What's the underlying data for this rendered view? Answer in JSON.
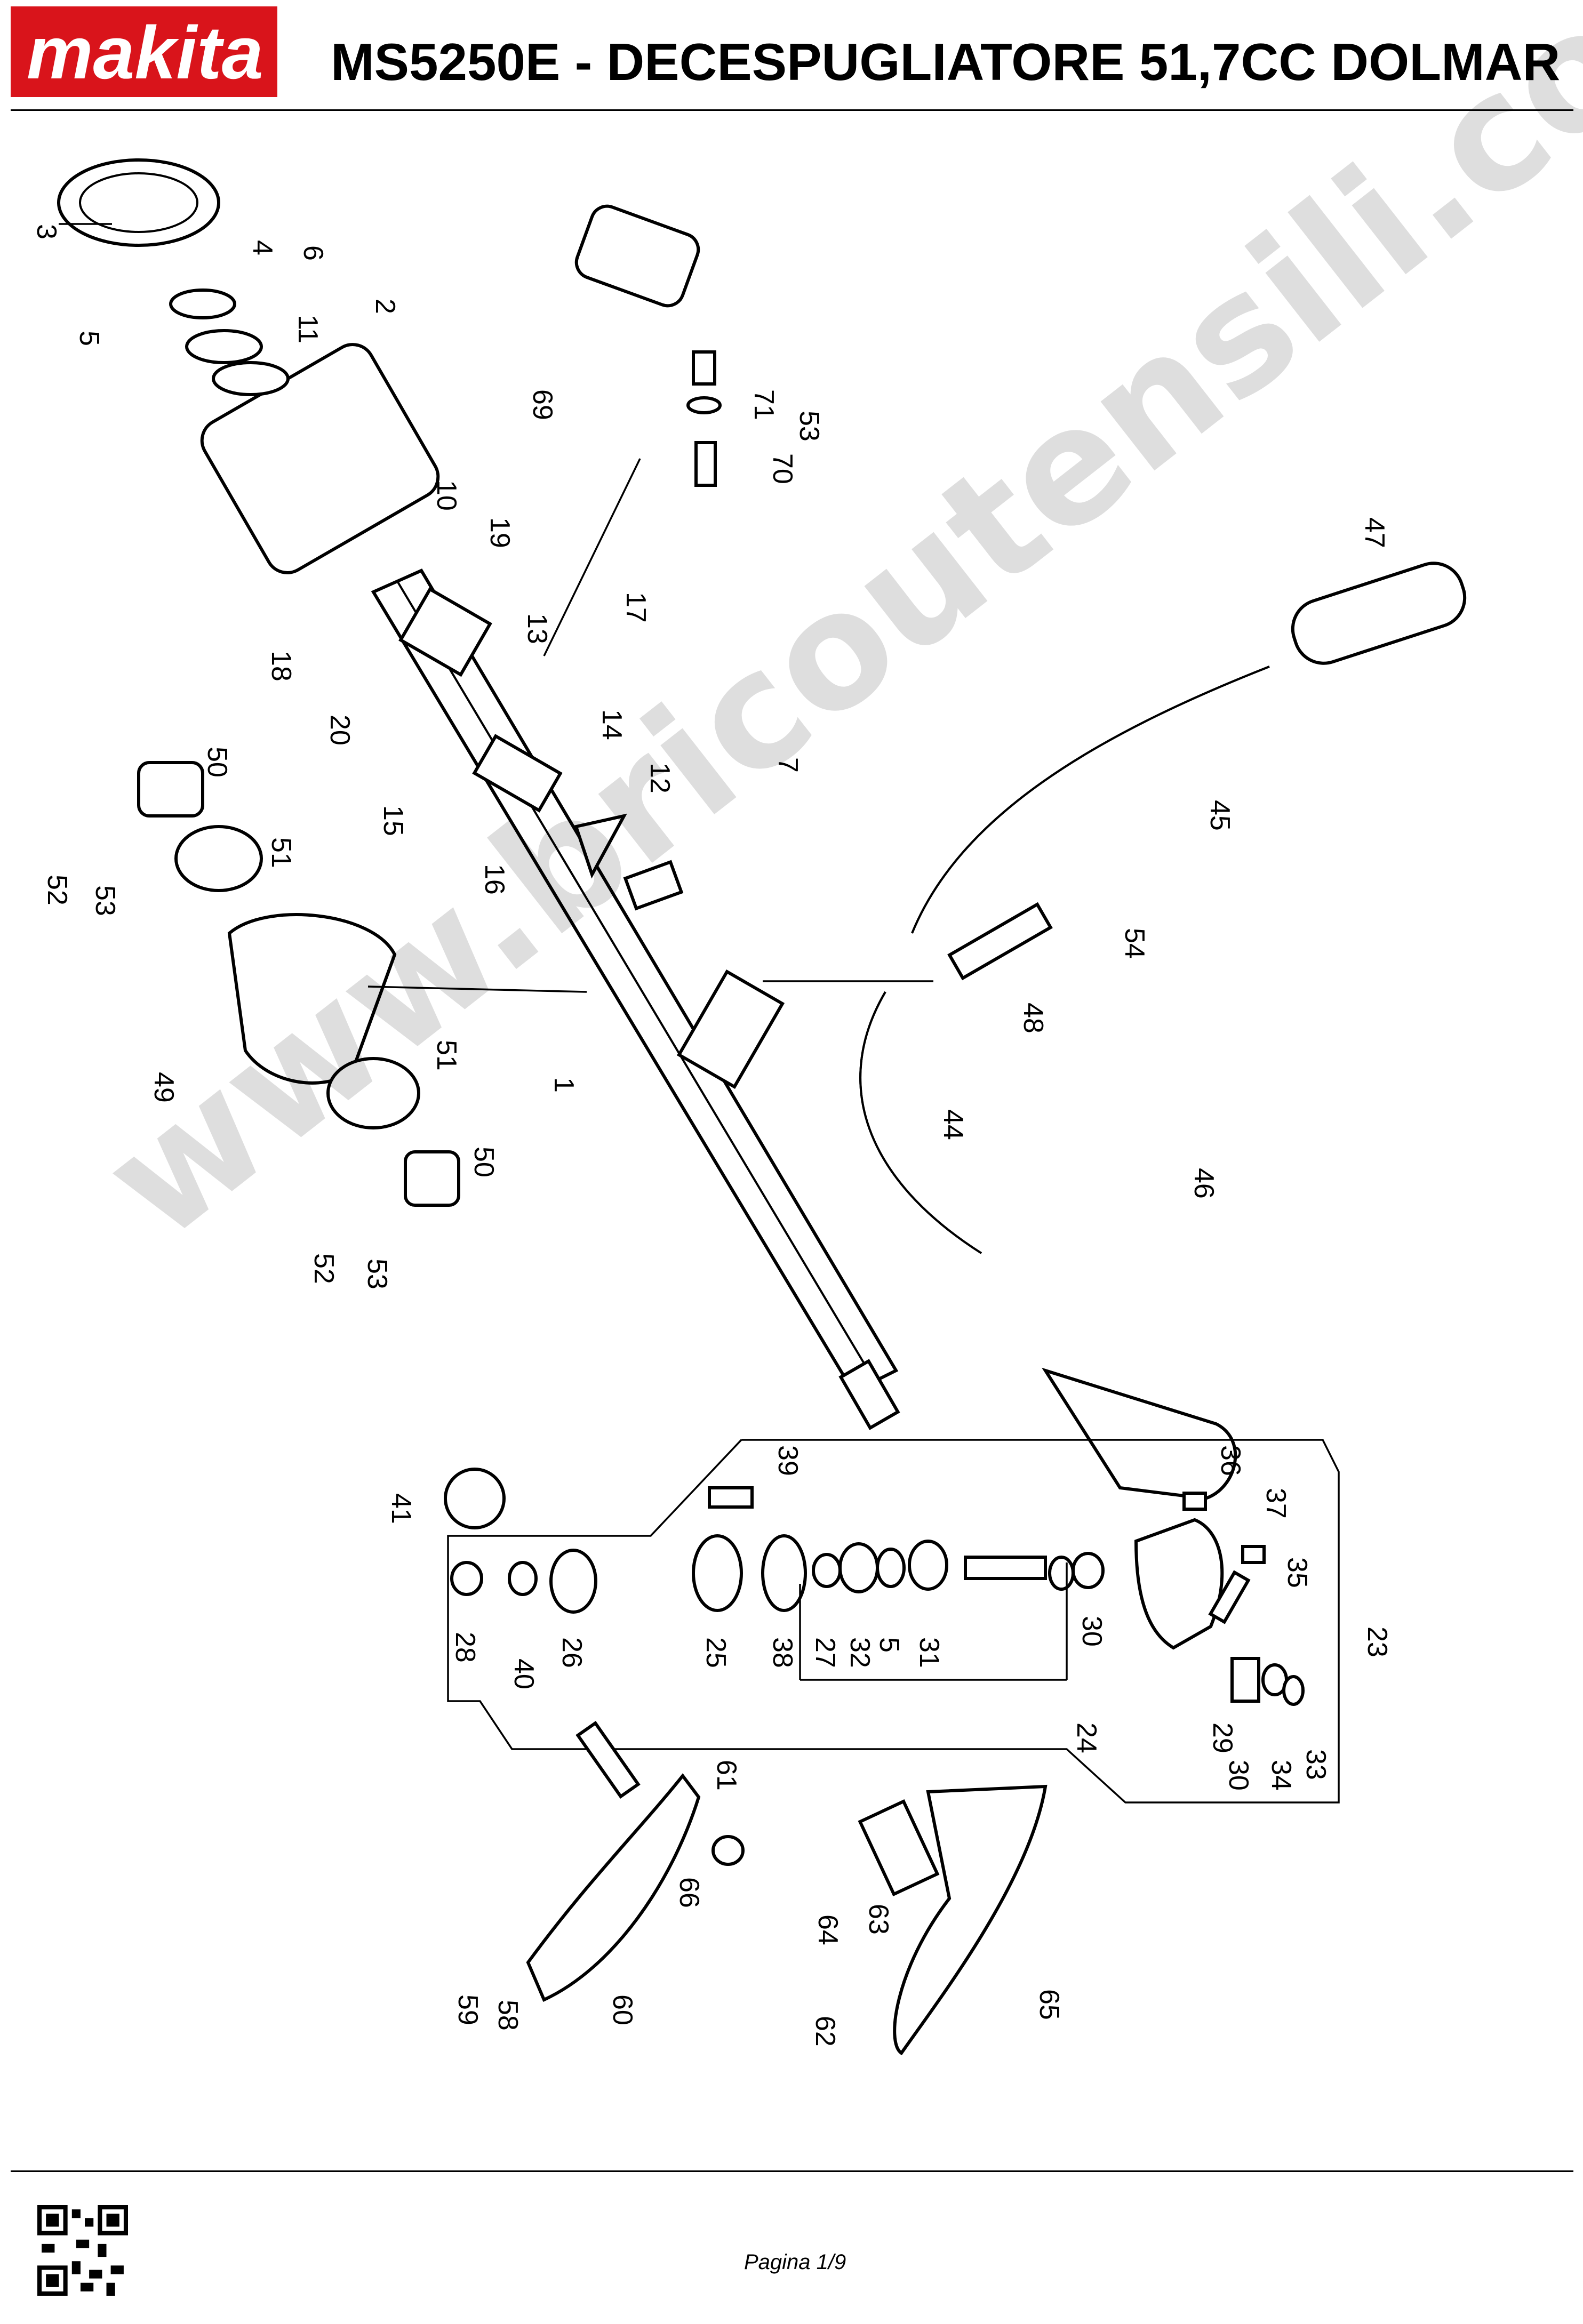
{
  "header": {
    "brand": "makita",
    "title": "MS5250E - DECESPUGLIATORE 51,7CC DOLMAR"
  },
  "colors": {
    "brand_red": "#d9141b",
    "ink": "#000000"
  },
  "watermark": "www.bricoutensili.com",
  "diagram": {
    "callouts": [
      "3",
      "4",
      "6",
      "5",
      "2",
      "11",
      "69",
      "71",
      "53",
      "70",
      "10",
      "19",
      "18",
      "17",
      "13",
      "20",
      "14",
      "12",
      "7",
      "50",
      "51",
      "52",
      "53",
      "15",
      "16",
      "49",
      "1",
      "51",
      "50",
      "52",
      "53",
      "47",
      "45",
      "54",
      "48",
      "44",
      "46",
      "39",
      "41",
      "36",
      "37",
      "35",
      "28",
      "40",
      "26",
      "25",
      "38",
      "27",
      "32",
      "5",
      "31",
      "30",
      "23",
      "24",
      "29",
      "30",
      "34",
      "33",
      "61",
      "66",
      "59",
      "58",
      "60",
      "64",
      "63",
      "62",
      "65"
    ]
  },
  "footer": {
    "page": "Pagina 1/9",
    "qr_icon": "qr-code-icon"
  }
}
